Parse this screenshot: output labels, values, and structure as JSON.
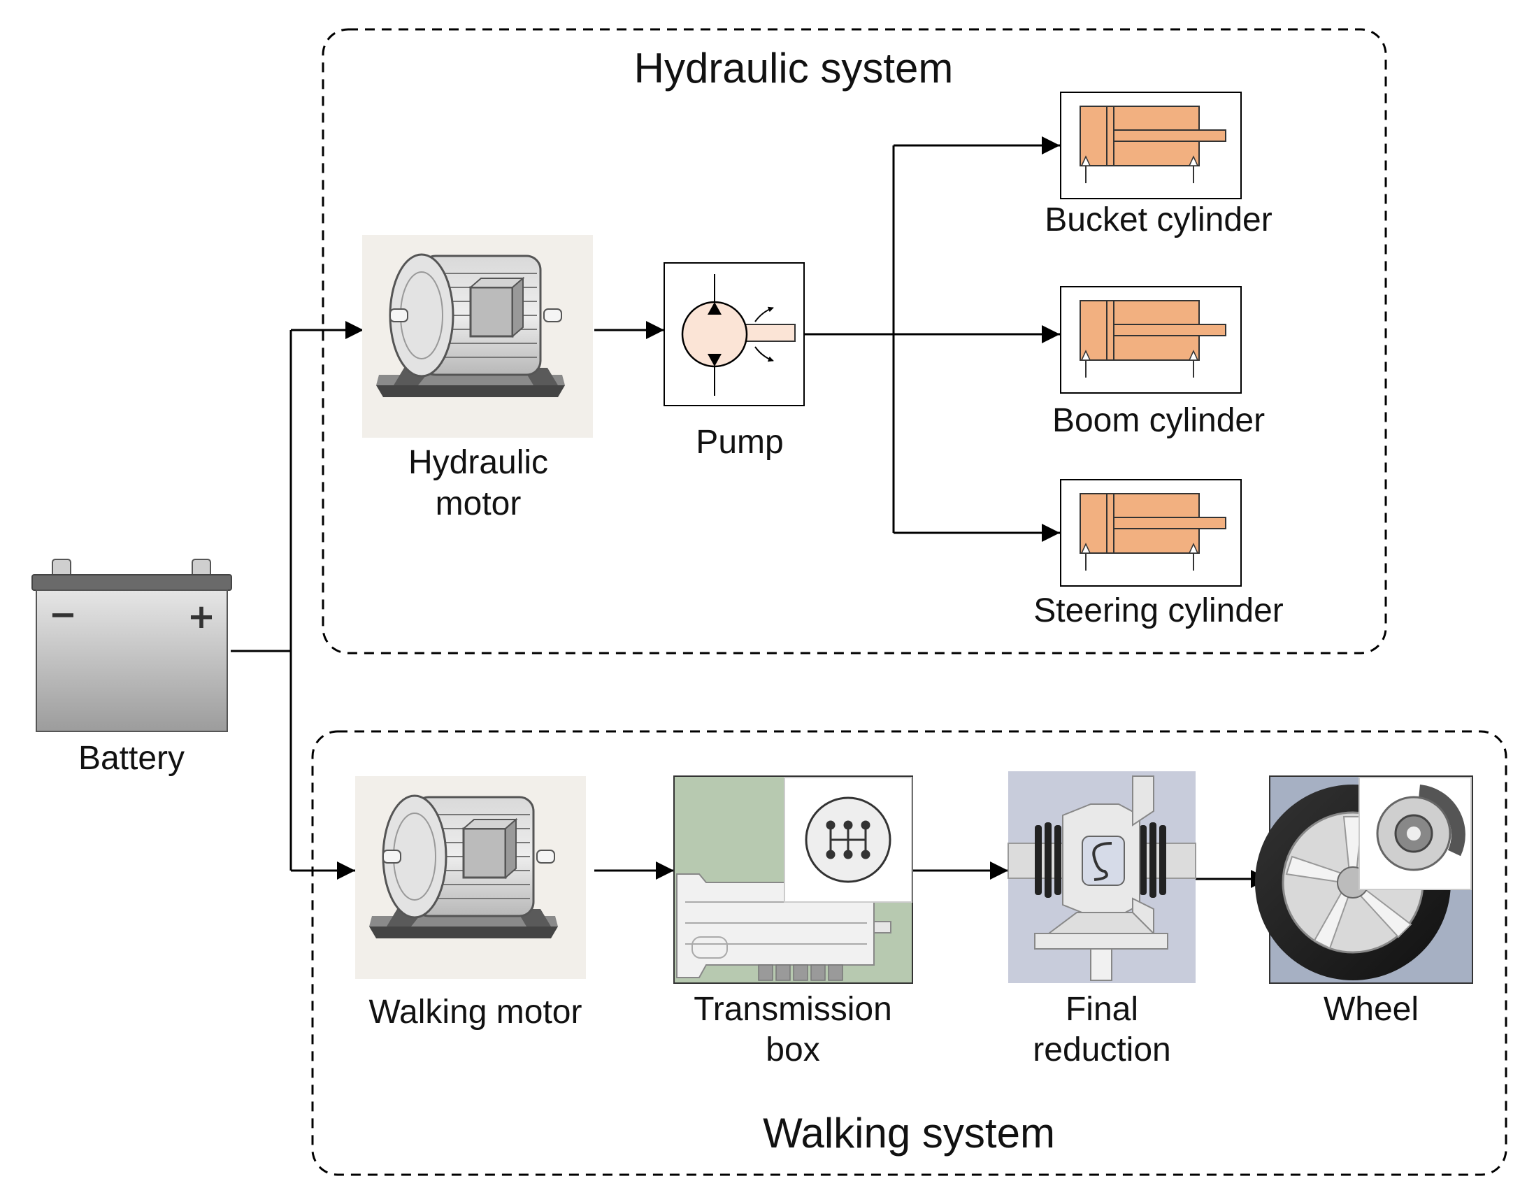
{
  "groups": {
    "hydraulic": {
      "title": "Hydraulic system"
    },
    "walking": {
      "title": "Walking system"
    }
  },
  "components": {
    "battery": {
      "label": "Battery",
      "icon": "battery-icon",
      "minus": "−",
      "plus": "+"
    },
    "hydraulic_motor": {
      "label_line1": "Hydraulic",
      "label_line2": "motor",
      "icon": "electric-motor-icon"
    },
    "pump": {
      "label": "Pump",
      "icon": "hydraulic-pump-icon"
    },
    "bucket_cylinder": {
      "label": "Bucket cylinder",
      "icon": "hydraulic-cylinder-icon"
    },
    "boom_cylinder": {
      "label": "Boom cylinder",
      "icon": "hydraulic-cylinder-icon"
    },
    "steering_cylinder": {
      "label": "Steering cylinder",
      "icon": "hydraulic-cylinder-icon"
    },
    "walking_motor": {
      "label": "Walking motor",
      "icon": "electric-motor-icon"
    },
    "transmission_box": {
      "label_line1": "Transmission",
      "label_line2": "box",
      "icon": "gearbox-icon"
    },
    "final_reduction": {
      "label_line1": "Final",
      "label_line2": "reduction",
      "icon": "differential-icon"
    },
    "wheel": {
      "label": "Wheel",
      "icon": "wheel-brake-icon"
    }
  },
  "colors": {
    "cylinder_fill": "#f2b080",
    "pump_fill": "#fbe4d6",
    "motor_bg": "#f2efea",
    "transmission_bg": "#b7c9b0",
    "reduction_bg": "#c8ccdb",
    "wheel_bg": "#a6b0c3"
  }
}
